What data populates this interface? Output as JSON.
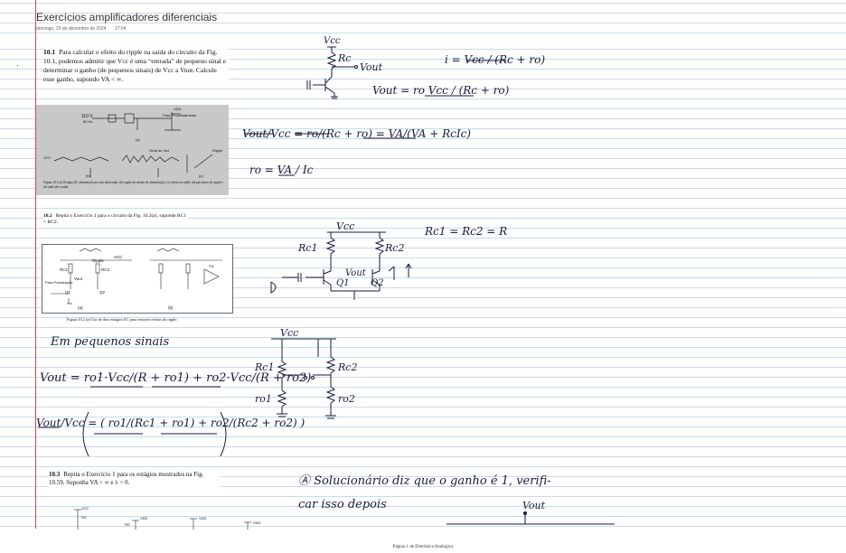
{
  "page": {
    "title": "Exercícios amplificadores diferenciais",
    "date": "domingo, 29 de dezembro de 2024",
    "time": "17:54",
    "footer": "Página 1 de Eletrônica Analógica"
  },
  "exercises": [
    {
      "number": "10.1",
      "text": "Para calcular o efeito do ripple na saída do circuito da Fig. 10.1, podemos admitir que Vcc é uma “entrada” de pequeno sinal e determinar o ganho (de pequenos sinais) de Vcc a Vout. Calcule esse ganho, supondo VA < ∞."
    },
    {
      "number": "10.2",
      "text": "Repita o Exercício 1 para o circuito da Fig. 10.2(a), suponde RC1 = RC2."
    },
    {
      "number": "10.3",
      "text": "Repita o Exercício 1 para os estágios mostrados na Fig. 10.59. Suponha VA < ∞ e λ > 0."
    }
  ],
  "fig1": {
    "labels": [
      "110 V",
      "60 Hz",
      "VDD",
      "Para Processamento",
      "(a)",
      "VCC",
      "Sinal de Voz",
      "Ripple",
      "(b)",
      "(c)"
    ],
    "caption": "Figura 10.1   (a) Estágio EC alimentado por um retificador, (b) ripple na tensão de alimentação, (c) efeito na saída. (d) percursos do ripple e do sinal até a saída."
  },
  "fig2": {
    "labels": [
      "Ripple",
      "VCC",
      "RC1",
      "RC2",
      "Vout",
      "Q1",
      "Q2",
      "Para Polarização",
      "(a)",
      "(b)",
      "A1"
    ],
    "caption": "Figura 10.2   (a) Uso de dois estágios EC para remover efeitos do ripple."
  },
  "fig3": {
    "labels": [
      "VCC",
      "RC",
      "VDD",
      "RD"
    ]
  },
  "handwriting": {
    "c1_vcc": "Vcc",
    "c1_rc": "Rc",
    "c1_vout": "Vout",
    "eq_i": "i = Vcc / (Rc + ro)",
    "eq_vout1": "Vout = ro Vcc / (Rc + ro)",
    "eq_ratio": "Vout/Vcc = ro/(Rc + ro) = VA/(VA + RcIc)",
    "eq_ro": "ro = VA / Ic",
    "c2_vcc": "Vcc",
    "c2_rc1": "Rc1",
    "c2_rc2": "Rc2",
    "c2_vout": "Vout",
    "c2_q1": "Q1",
    "c2_q2": "Q2",
    "eq_equal": "Rc1 = Rc2 = R",
    "small_signal": "Em pequenos sinais",
    "c3_vcc": "Vcc",
    "c3_rc1": "Rc1",
    "c3_rc2": "Rc2",
    "c3_ro1": "ro1",
    "c3_ro2": "ro2",
    "eq_vout2": "Vout = ro1·Vcc/(R + ro1) + ro2·Vcc/(R + ro2)",
    "eq_ratio2": "Vout/Vcc = ( ro1/(Rc1 + ro1) + ro2/(Rc2 + ro2) )",
    "note_line1": "Ⓐ Solucionário diz que o ganho é 1, verifi-",
    "note_line2": "car isso depois",
    "note_vout": "Vout"
  },
  "colors": {
    "margin": "#e04040",
    "rule": "#c9dbe8",
    "ink": "#1a1a3a",
    "fig_bg": "#c8c8c8"
  }
}
